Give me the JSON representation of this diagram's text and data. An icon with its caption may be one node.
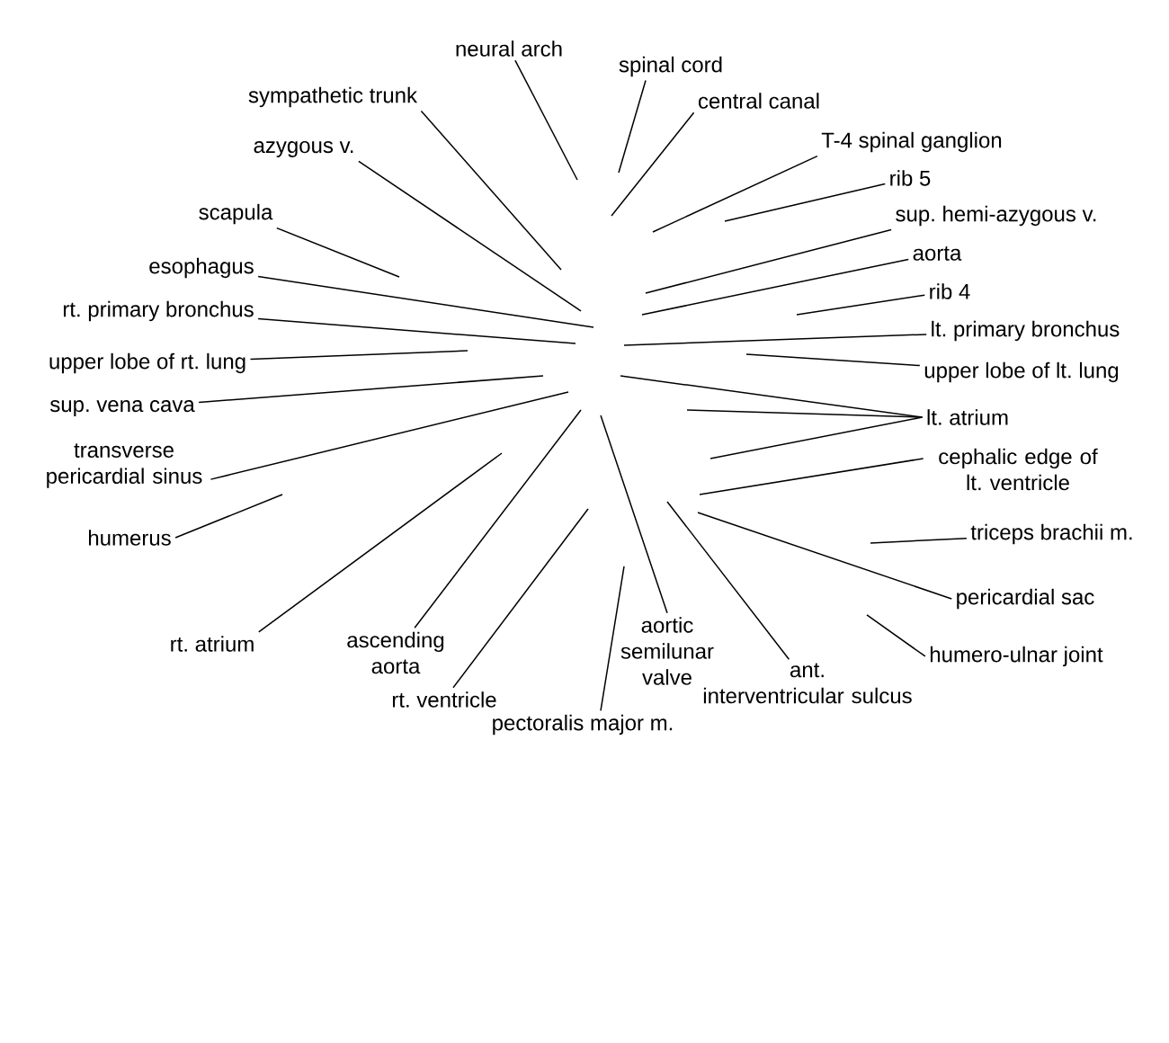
{
  "diagram": {
    "nodes": [
      {
        "text": [
          "neural arch"
        ]
      },
      {
        "text": [
          "spinal cord"
        ]
      },
      {
        "text": [
          "sympathetic trunk"
        ]
      },
      {
        "text": [
          "central canal"
        ]
      },
      {
        "text": [
          "T-4 spinal ganglion"
        ]
      },
      {
        "text": [
          "azygous v."
        ]
      },
      {
        "text": [
          "rib 5"
        ]
      },
      {
        "text": [
          "scapula"
        ]
      },
      {
        "text": [
          "sup. hemi-azygous v."
        ]
      },
      {
        "text": [
          "aorta"
        ]
      },
      {
        "text": [
          "esophagus"
        ]
      },
      {
        "text": [
          "rib 4"
        ]
      },
      {
        "text": [
          "rt. primary bronchus"
        ]
      },
      {
        "text": [
          "lt. primary bronchus"
        ]
      },
      {
        "text": [
          "upper lobe of rt. lung"
        ]
      },
      {
        "text": [
          "upper lobe of lt. lung"
        ]
      },
      {
        "text": [
          "sup. vena cava"
        ]
      },
      {
        "text": [
          "lt. atrium"
        ]
      },
      {
        "text": [
          "transverse pericardial sinus"
        ]
      },
      {
        "text": [
          "cephalic edge of lt. ventricle"
        ]
      },
      {
        "text": [
          "triceps brachii m."
        ]
      },
      {
        "text": [
          "humerus"
        ]
      },
      {
        "text": [
          "pericardial sac"
        ]
      },
      {
        "text": [
          "rt. atrium"
        ]
      },
      {
        "text": [
          "ascending aorta"
        ]
      },
      {
        "text": [
          "aortic semilunar valve"
        ]
      },
      {
        "text": [
          "humero-ulnar joint"
        ]
      },
      {
        "text": [
          "ant. interventricular sulcus"
        ]
      },
      {
        "text": [
          "rt. ventricle"
        ]
      },
      {
        "text": [
          "pectoralis major m."
        ]
      }
    ],
    "edges": [
      {
        "from": 0,
        "to": null,
        "arrow": "none"
      },
      {
        "from": 1,
        "to": null,
        "arrow": "none"
      },
      {
        "from": 2,
        "to": null,
        "arrow": "none"
      },
      {
        "from": 3,
        "to": null,
        "arrow": "none"
      },
      {
        "from": 4,
        "to": null,
        "arrow": "none"
      },
      {
        "from": 5,
        "to": null,
        "arrow": "none"
      },
      {
        "from": 6,
        "to": null,
        "arrow": "none"
      },
      {
        "from": 7,
        "to": null,
        "arrow": "none"
      },
      {
        "from": 8,
        "to": null,
        "arrow": "none"
      },
      {
        "from": 9,
        "to": null,
        "arrow": "none"
      },
      {
        "from": 10,
        "to": null,
        "arrow": "none"
      },
      {
        "from": 11,
        "to": null,
        "arrow": "none"
      },
      {
        "from": 12,
        "to": null,
        "arrow": "none"
      },
      {
        "from": 13,
        "to": null,
        "arrow": "none"
      },
      {
        "from": 14,
        "to": null,
        "arrow": "none"
      },
      {
        "from": 15,
        "to": null,
        "arrow": "none"
      },
      {
        "from": 16,
        "to": null,
        "arrow": "none"
      },
      {
        "from": 17,
        "to": null,
        "arrow": "none"
      },
      {
        "from": 17,
        "to": null,
        "arrow": "none"
      },
      {
        "from": 17,
        "to": null,
        "arrow": "none"
      },
      {
        "from": 18,
        "to": null,
        "arrow": "none"
      },
      {
        "from": 19,
        "to": null,
        "arrow": "none"
      },
      {
        "from": 20,
        "to": null,
        "arrow": "none"
      },
      {
        "from": 21,
        "to": null,
        "arrow": "none"
      },
      {
        "from": 22,
        "to": null,
        "arrow": "none"
      },
      {
        "from": 23,
        "to": null,
        "arrow": "none"
      },
      {
        "from": 24,
        "to": null,
        "arrow": "none"
      },
      {
        "from": 25,
        "to": null,
        "arrow": "none"
      },
      {
        "from": 26,
        "to": null,
        "arrow": "none"
      },
      {
        "from": 27,
        "to": null,
        "arrow": "none"
      },
      {
        "from": 28,
        "to": null,
        "arrow": "none"
      },
      {
        "from": 29,
        "to": null,
        "arrow": "none"
      }
    ]
  }
}
